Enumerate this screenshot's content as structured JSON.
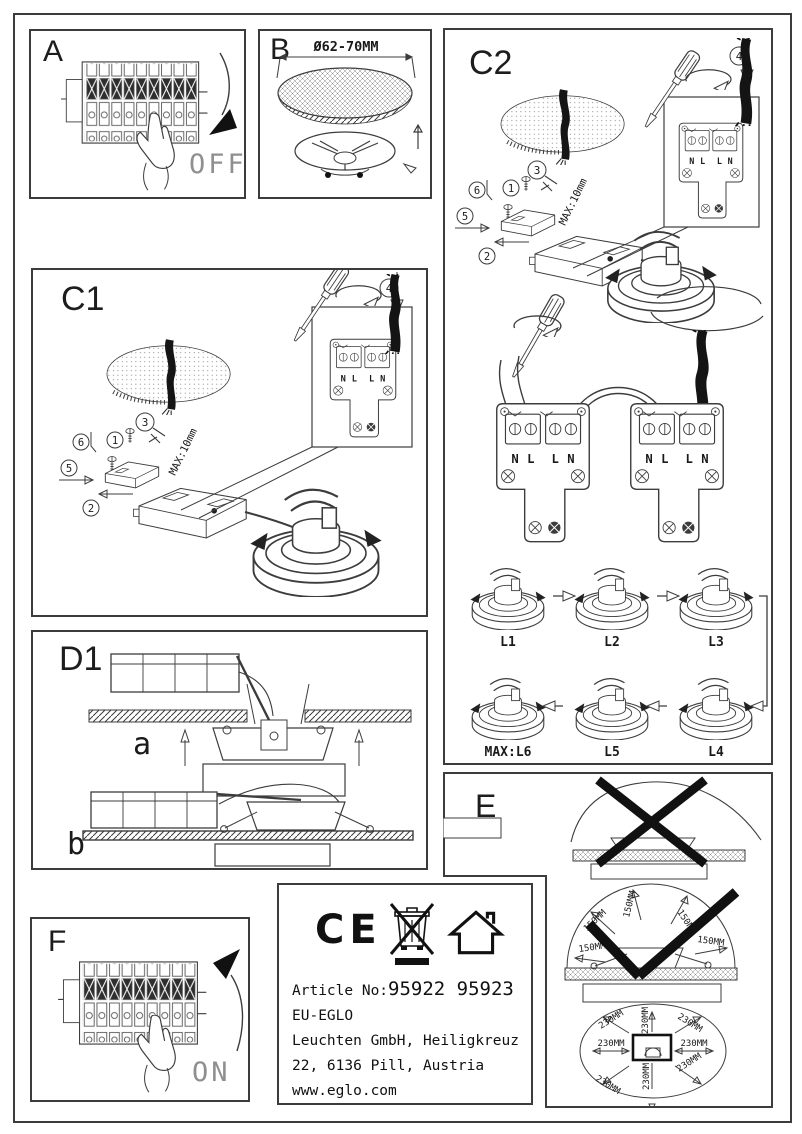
{
  "shared": {
    "terminal_labels": [
      "N",
      "L",
      "L",
      "N"
    ],
    "steps": {
      "s1": "1",
      "s2": "2",
      "s3": "3",
      "s4": "4",
      "s5": "5",
      "s6": "6"
    },
    "max_wire_strip": "MAX:10mm"
  },
  "panels": {
    "a": {
      "label": "A",
      "switch_text": "OFF"
    },
    "b": {
      "label": "B",
      "hole_dimension": "Ø62-70MM"
    },
    "c1": {
      "label": "C1"
    },
    "c2": {
      "label": "C2",
      "chain": {
        "l1": "L1",
        "l2": "L2",
        "l3": "L3",
        "l4": "L4",
        "l5": "L5",
        "l6": "MAX:L6"
      }
    },
    "d1": {
      "label": "D1",
      "fig_a": "a",
      "fig_b": "b"
    },
    "e": {
      "label": "E",
      "side_clearance": "150MM",
      "top_clearance": "230MM"
    },
    "f": {
      "label": "F",
      "switch_text": "ON"
    }
  },
  "info": {
    "ce_mark": "CE",
    "article_label": "Article No:",
    "article_numbers": "95922 95923",
    "company_line1": "EU-EGLO",
    "company_line2": "Leuchten GmbH, Heiligkreuz",
    "company_line3": "22, 6136 Pill, Austria",
    "website": "www.eglo.com"
  }
}
